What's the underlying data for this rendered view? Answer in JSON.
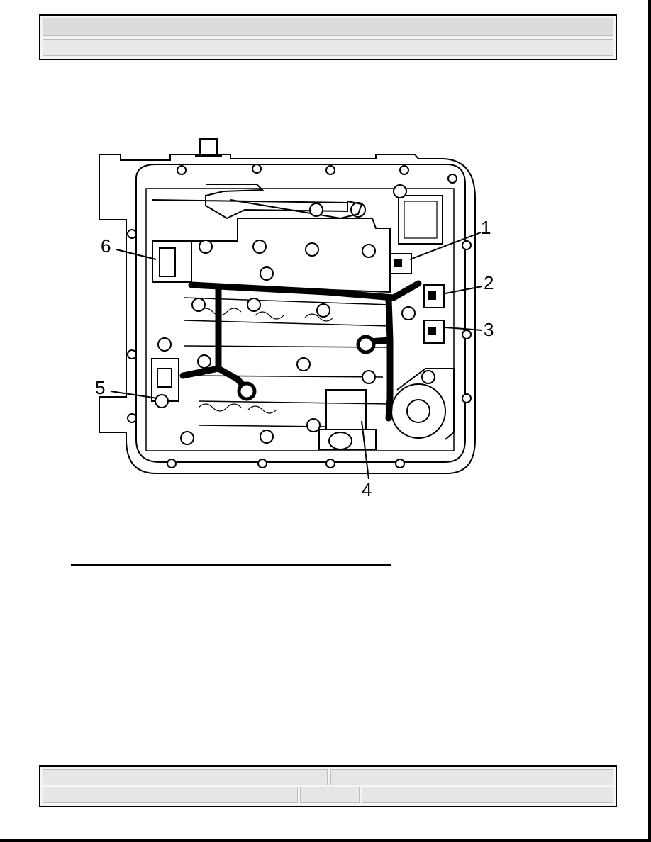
{
  "header": {
    "title_row": "",
    "subtitle_row": ""
  },
  "figure": {
    "callouts": [
      "1",
      "2",
      "3",
      "4",
      "5",
      "6"
    ]
  },
  "footer": {
    "top_left": "",
    "top_right": "",
    "bottom_left": "",
    "bottom_middle": "",
    "bottom_right": ""
  }
}
